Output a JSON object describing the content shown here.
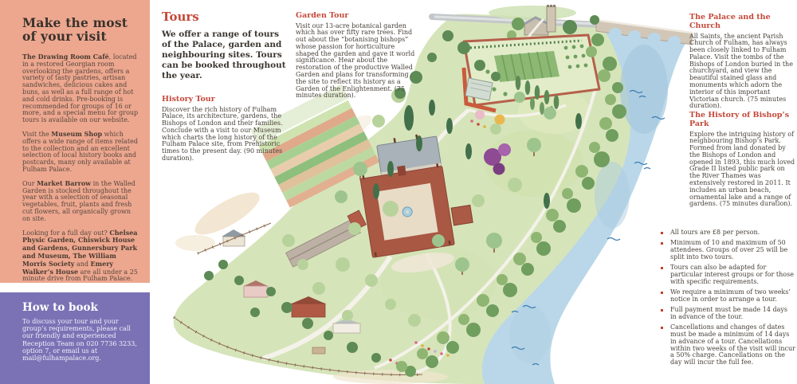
{
  "colors": {
    "left_panel_bg": "#EDA78F",
    "booking_panel_bg": "#7A72B5",
    "heading_red": "#C4483A",
    "bullet_red": "#C2402A",
    "body_text": "#474039",
    "river_blue": "#B9D7E8",
    "grounds_green": "#D6E4BA",
    "brick_red": "#B5604B"
  },
  "left_panel": {
    "title": "Make the most\nof your visit",
    "paragraphs": [
      [
        {
          "t": "The Drawing Room Café",
          "b": true
        },
        {
          "t": ", located in a restored Georgian room overlooking the gardens, offers a variety of tasty pastries, artisan sandwiches, delicious cakes and buns, as well as a full range of hot and cold drinks. Pre-booking is recommended for groups of 16 or more, and a special menu for group tours is available on our website."
        }
      ],
      [
        {
          "t": "Visit the "
        },
        {
          "t": "Museum Shop",
          "b": true
        },
        {
          "t": " which offers a wide range of items related to the collection and an excellent selection of local history books and postcards, many only available at Fulham Palace."
        }
      ],
      [
        {
          "t": "Our "
        },
        {
          "t": "Market Barrow",
          "b": true
        },
        {
          "t": " in the Walled Garden is stocked throughout the year with a selection of seasonal vegetables, fruit, plants and fresh cut flowers, all organically grown on site."
        }
      ],
      [
        {
          "t": "Looking for a full day out? "
        },
        {
          "t": "Chelsea Physic Garden, Chiswick House and Gardens, Gunnersbury Park and Museum, The William Morris Society",
          "b": true
        },
        {
          "t": " and "
        },
        {
          "t": "Emery Walker’s House",
          "b": true
        },
        {
          "t": " are all under a 25 minute drive from Fulham Palace."
        }
      ]
    ]
  },
  "booking": {
    "title": "How to book",
    "body": "To discuss your tour and your group’s requirements, please call our friendly and experienced Reception Team on 020 7736 3233, option 7, or email us at mail@fulhampalace.org."
  },
  "tours": {
    "title": "Tours",
    "intro": "We offer a range of tours of the Palace, garden and neighbouring sites. Tours can be booked throughout the year.",
    "history_heading": "History Tour",
    "history_body": "Discover the rich history of Fulham Palace, its architecture, gardens, the Bishops of London and their families. Conclude with a visit to our Museum which charts the long history of the Fulham Palace site, from Prehistoric times to the present day. (90 minutes duration).",
    "garden_heading": "Garden Tour",
    "garden_body": "Visit our 13-acre botanical garden which has over fifty rare trees. Find out about the “botanising bishops” whose passion for horticulture shaped the garden and gave it world significance. Hear about the restoration of the productive Walled Garden and plans for transforming the site to reflect its history as a Garden of the Enlightenment. (75 minutes duration)."
  },
  "right_column": {
    "palace_heading": "The Palace and the Church",
    "palace_body": "All Saints, the ancient Parish Church of Fulham, has always been closely linked to Fulham Palace. Visit the tombs of the Bishops of London buried in the churchyard, and view the beautiful stained glass and monuments which adorn the interior of this important Victorian church. (75 minutes duration).",
    "park_heading": "The History of Bishop’s Park",
    "park_body": "Explore the intriguing history of neighbouring Bishop’s Park. Formed from land donated by the Bishops of London and opened in 1893, this much loved Grade II listed public park on the River Thames was extensively restored in 2011. It includes an urban beach, ornamental lake and a range of gardens. (75 minutes duration)."
  },
  "terms": {
    "items": [
      "All tours are £8 per person.",
      "Minimum of 10 and maximum of 50 attendees. Groups of over 25 will be split into two tours.",
      "Tours can also be adapted for particular interest groups or for those with specific requirements.",
      "We require a minimum of two weeks’ notice in order to arrange a tour.",
      "Full payment must be made 14 days in advance of the tour.",
      "Cancellations and changes of dates must be made a minimum of 14 days in advance of a tour. Cancellations within two weeks of the visit will incur a 50% charge. Cancellations on the day will incur the full fee."
    ]
  },
  "map": {
    "description": "Watercolour illustrated aerial view of Fulham Palace grounds with walled garden, All Saints Church, Putney Bridge and the River Thames"
  }
}
